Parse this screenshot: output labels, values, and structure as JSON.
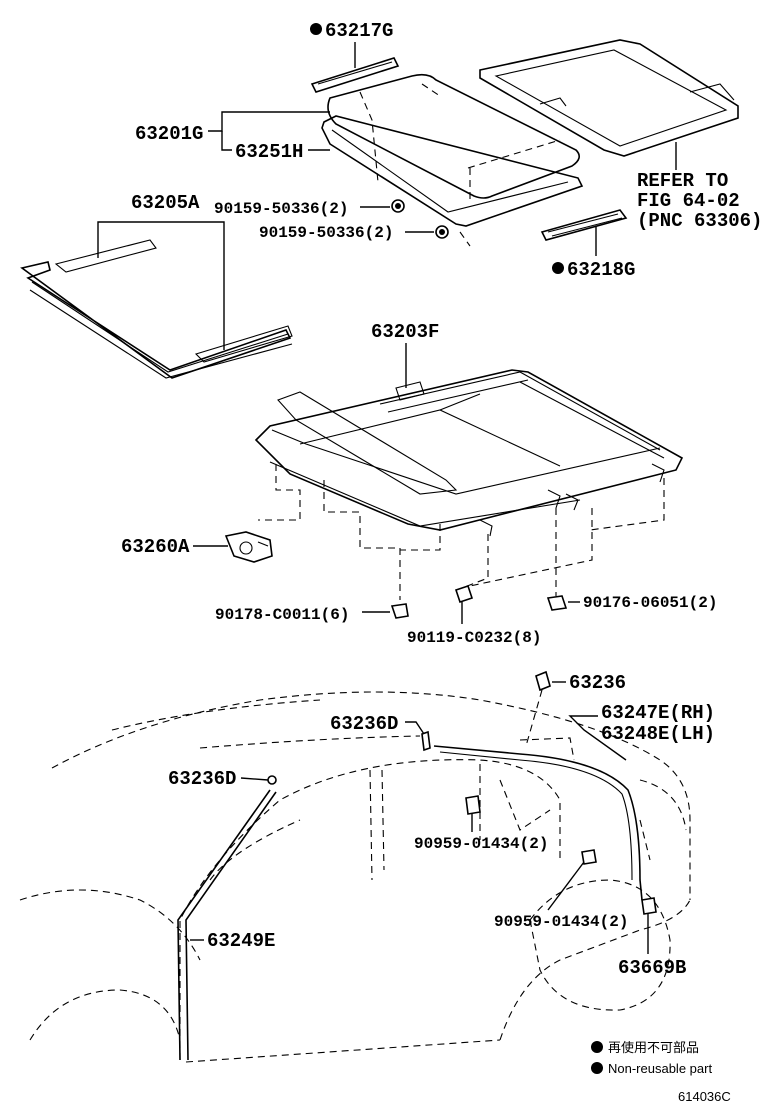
{
  "labels": {
    "p63217g": "63217G",
    "p63201g": "63201G",
    "p63251h": "63251H",
    "p90159a": "90159-50336(2)",
    "p90159b": "90159-50336(2)",
    "ref1": "REFER TO",
    "ref2": "FIG 64-02",
    "ref3": "(PNC 63306)",
    "p63205a": "63205A",
    "p63218g": "63218G",
    "p63203f": "63203F",
    "p63260a": "63260A",
    "p90178": "90178-C0011(6)",
    "p90119": "90119-C0232(8)",
    "p90176": "90176-06051(2)",
    "p63236": "63236",
    "p63236d_a": "63236D",
    "p63236d_b": "63236D",
    "p63247e": "63247E(RH)",
    "p63248e": "63248E(LH)",
    "p90959a": "90959-01434(2)",
    "p90959b": "90959-01434(2)",
    "p63249e": "63249E",
    "p63669b": "63669B"
  },
  "legend": {
    "jp": "再使用不可部品",
    "en": "Non-reusable part"
  },
  "figure_id": "614036C"
}
